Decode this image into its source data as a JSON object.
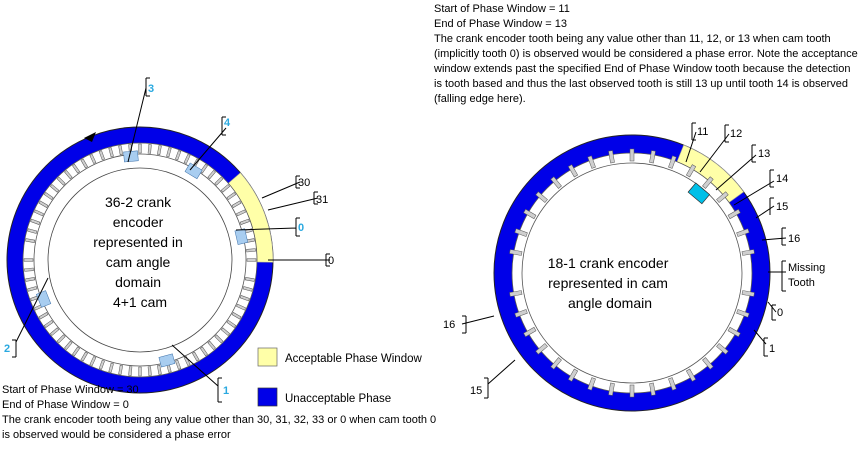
{
  "colors": {
    "acceptable": "#ffffa8",
    "unacceptable": "#0000e8",
    "cam_tooth": "#a8cdf0",
    "cam_tooth_highlight": "#00c0e8",
    "cam_label": "#2aa9e0",
    "crank_tooth": "#cfcfcf"
  },
  "left_diagram": {
    "center_text": [
      "36-2 crank",
      "encoder",
      "represented in",
      "cam angle",
      "domain",
      "4+1 cam"
    ],
    "crank_labels": [
      "30",
      "31",
      "0"
    ],
    "cam_labels": [
      "3",
      "4",
      "0",
      "2",
      "1"
    ]
  },
  "right_diagram": {
    "center_text": [
      "18-1 crank encoder",
      "represented in cam",
      "angle domain"
    ],
    "tooth_labels": [
      "11",
      "12",
      "13",
      "14",
      "15",
      "16",
      "0",
      "1",
      "16",
      "15"
    ],
    "missing_tooth_label": [
      "Missing",
      "Tooth"
    ]
  },
  "legend": {
    "acceptable": "Acceptable Phase Window",
    "unacceptable": "Unacceptable Phase"
  },
  "top_right_text": {
    "line1": "Start of Phase Window = 11",
    "line2": "End of Phase Window = 13",
    "paragraph": "The crank encoder tooth being any value other than 11, 12, or 13 when cam tooth (implicitly tooth 0) is observed would be considered a phase error. Note the acceptance window extends past the specified End of Phase Window tooth because the detection is tooth based and thus the last observed tooth is still 13 up until tooth 14 is observed (falling edge here)."
  },
  "bottom_left_text": {
    "line1": "Start of Phase Window = 30",
    "line2": "End of Phase Window = 0",
    "paragraph": "The crank encoder tooth being any value other than 30, 31, 32, 33 or 0 when cam tooth 0 is observed would be considered a phase error"
  }
}
